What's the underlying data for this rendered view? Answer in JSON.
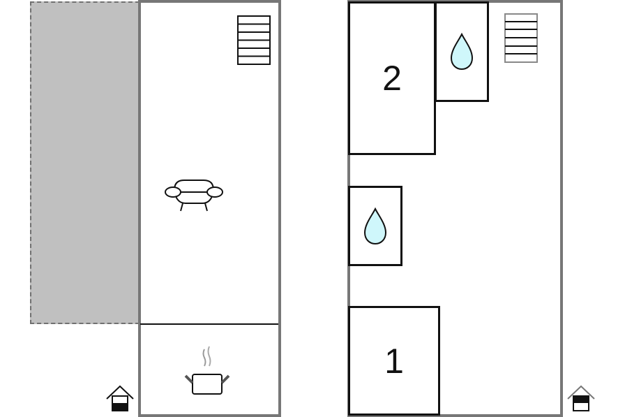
{
  "floor_plan": {
    "ground_floor": {
      "terrace": {
        "type": "terrace",
        "fill": "#c0c0c0"
      },
      "living_room": {
        "icon": "sofa-icon"
      },
      "kitchen": {
        "icon": "cooking-pot-icon"
      },
      "staircase": {
        "icon": "stairs-icon",
        "steps": 6
      },
      "entrance": {
        "icon": "entrance-house-icon",
        "variant": "ground-floor"
      }
    },
    "first_floor": {
      "bedrooms": [
        {
          "label": "2"
        },
        {
          "label": "1"
        }
      ],
      "bathrooms": [
        {
          "icon": "water-drop-icon",
          "fill": "#cff7fb"
        },
        {
          "icon": "water-drop-icon",
          "fill": "#cff7fb"
        }
      ],
      "staircase": {
        "icon": "stairs-icon",
        "steps": 6
      },
      "floor_indicator": {
        "icon": "entrance-house-icon",
        "variant": "upper-floor"
      }
    },
    "colors": {
      "outer_wall": "#777777",
      "inner_wall": "#111111",
      "terrace": "#c0c0c0",
      "water": "#cff7fb"
    }
  }
}
